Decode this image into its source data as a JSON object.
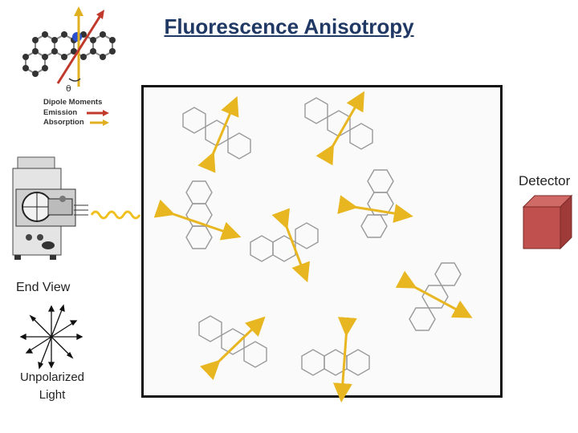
{
  "title": "Fluorescence Anisotropy",
  "legend": {
    "heading": "Dipole Moments",
    "emission": "Emission",
    "absorption": "Absorption",
    "theta": "θ",
    "emission_color": "#c0392b",
    "absorption_color": "#e0b020"
  },
  "detector_label": "Detector",
  "end_view_label": "End View",
  "unpolarized_label": "Unpolarized Light",
  "colors": {
    "title": "#1f3864",
    "arrow": "#e8b620",
    "detector": "#c0504d",
    "wave": "#f0c020"
  },
  "icons": [
    "anthracene-molecule-icon",
    "spectrofluorometer-icon",
    "detector-cube-icon",
    "unpolarized-arrows-icon",
    "wave-icon"
  ]
}
